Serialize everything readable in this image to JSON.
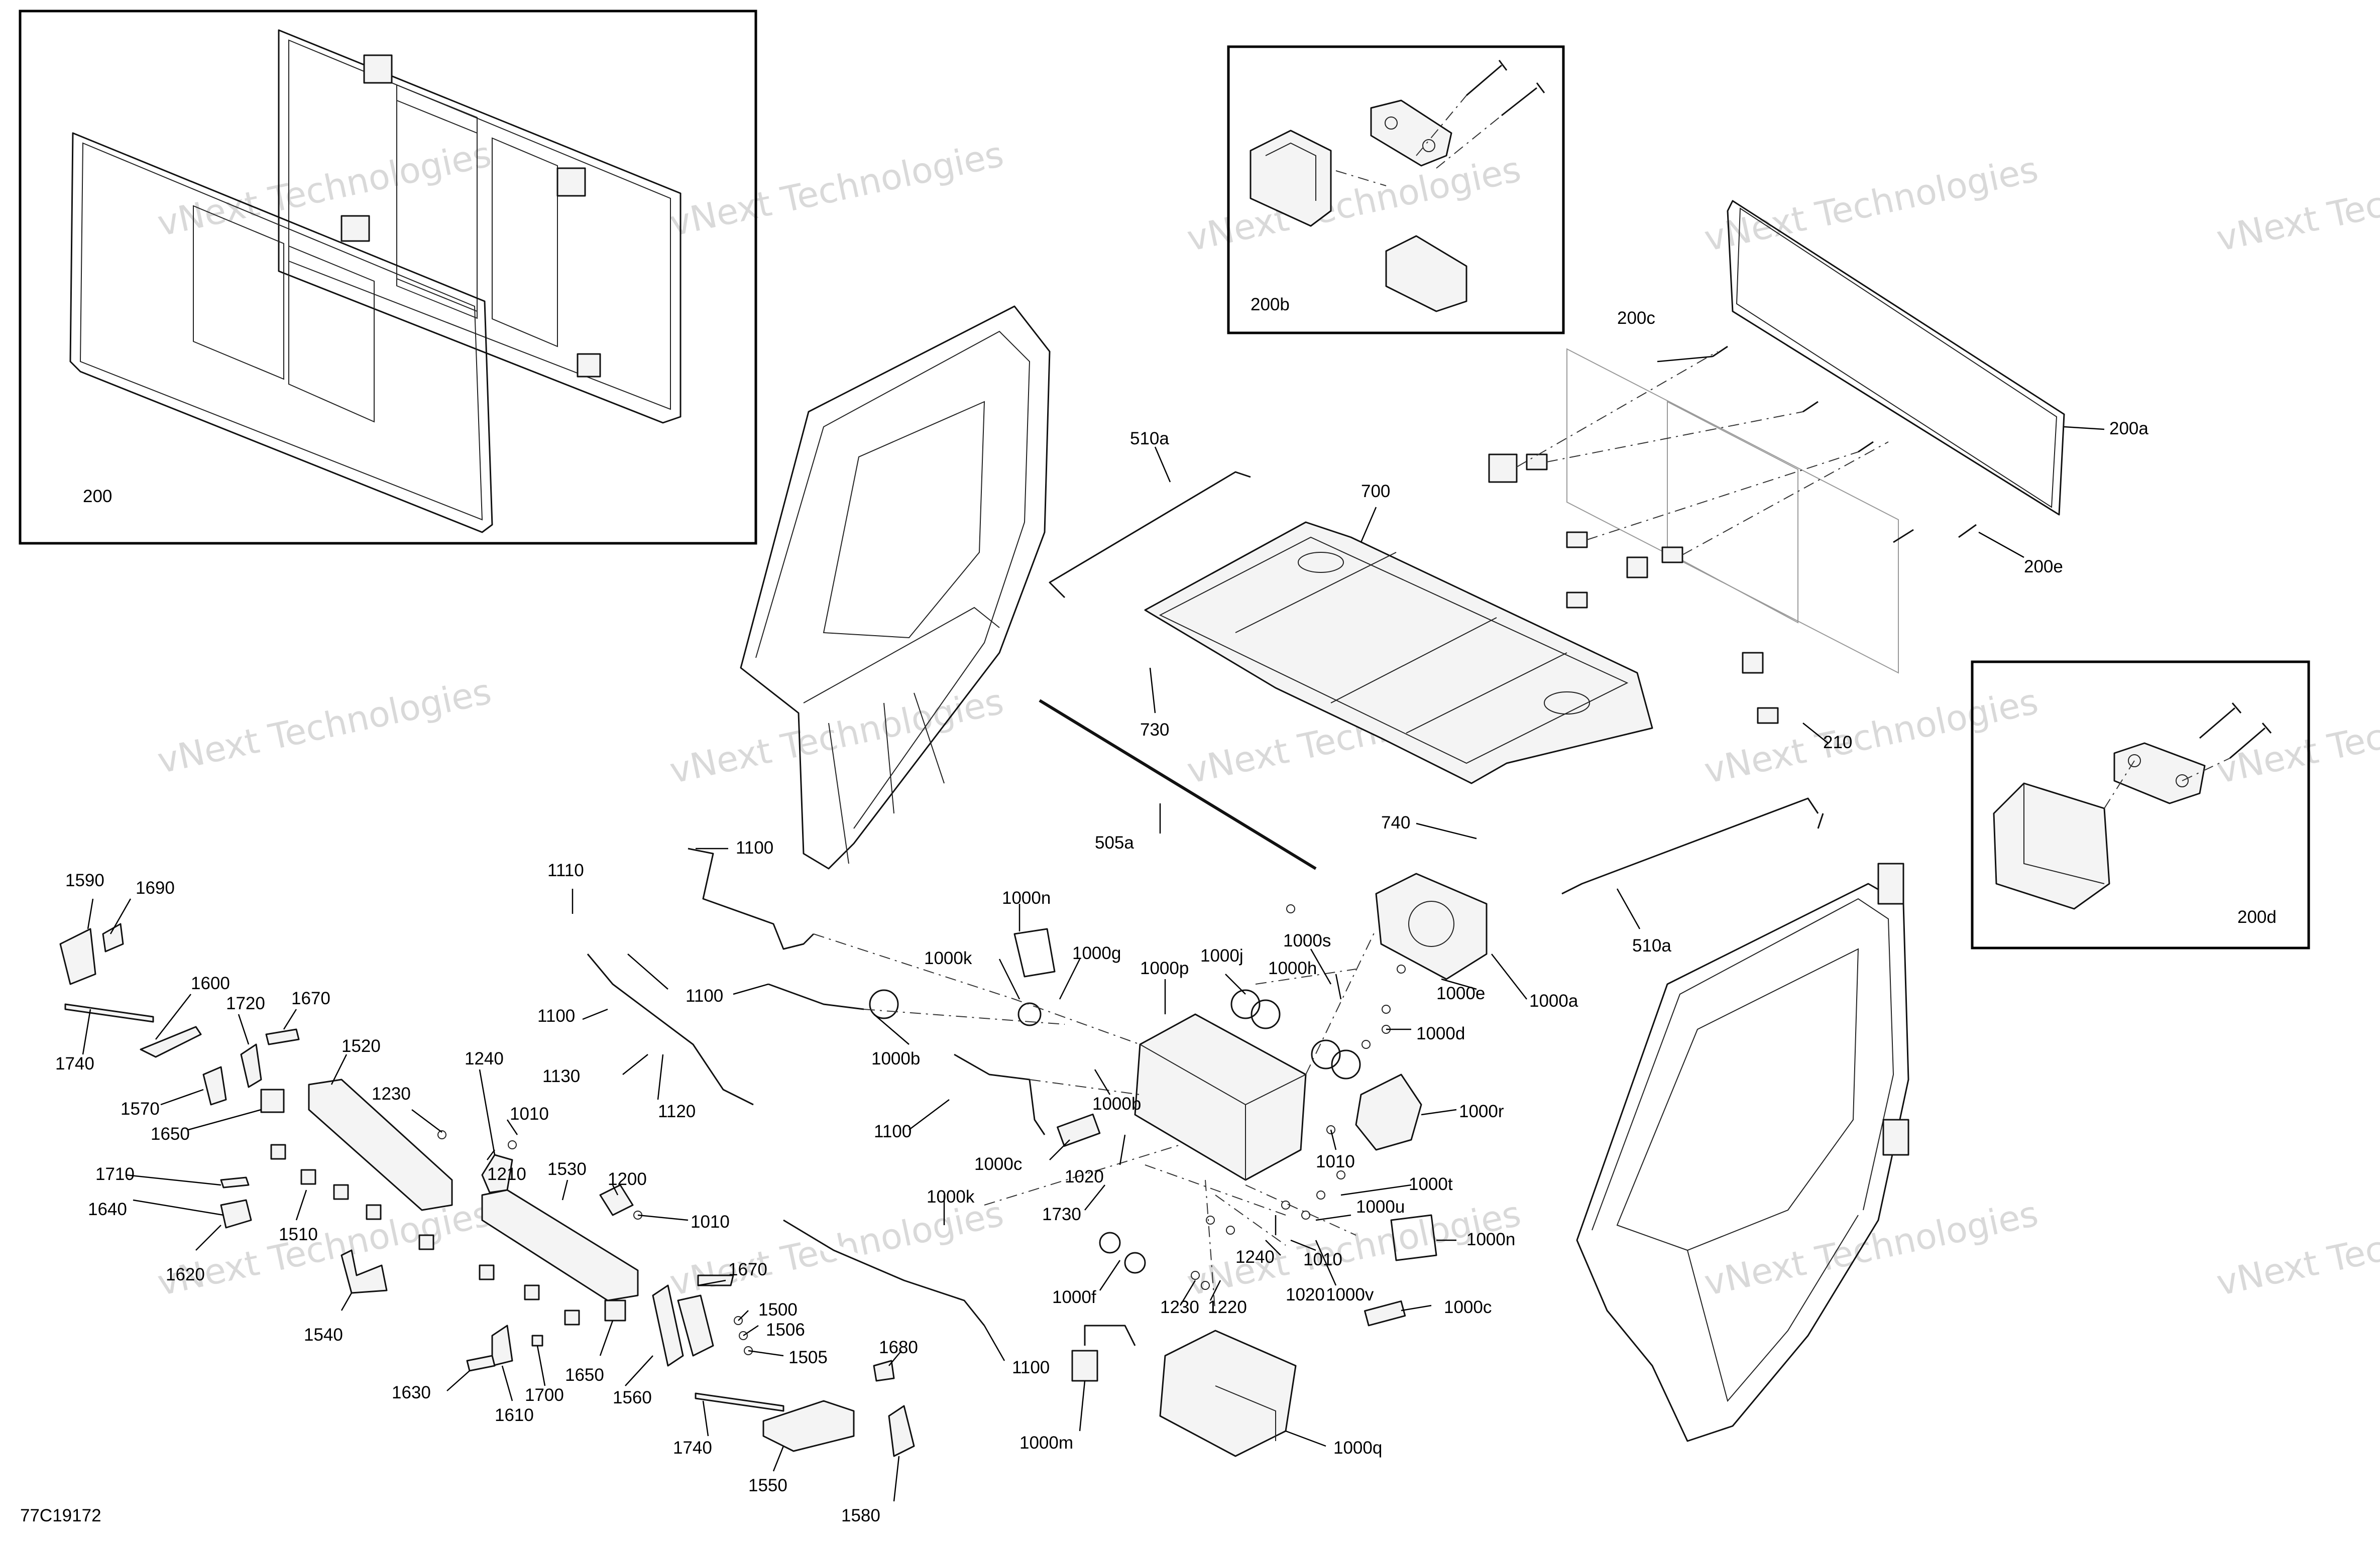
{
  "diagram": {
    "drawing_number": "77C19172",
    "watermark_text": "vNext Technologies",
    "insets": [
      {
        "id": "inset-200",
        "label": "200"
      },
      {
        "id": "inset-200b",
        "label": "200b"
      },
      {
        "id": "inset-200d",
        "label": "200d"
      }
    ],
    "callouts": [
      "200c",
      "200a",
      "200e",
      "210",
      "510a",
      "700",
      "730",
      "505a",
      "740",
      "510a",
      "1590",
      "1690",
      "1600",
      "1720",
      "1670",
      "1740",
      "1570",
      "1650",
      "1520",
      "1240",
      "1230",
      "1010",
      "1210",
      "1710",
      "1640",
      "1510",
      "1530",
      "1200",
      "1010",
      "1620",
      "1540",
      "1670",
      "1500",
      "1506",
      "1505",
      "1650",
      "1560",
      "1630",
      "1610",
      "1700",
      "1740",
      "1550",
      "1580",
      "1680",
      "1110",
      "1100",
      "1100",
      "1130",
      "1120",
      "1100",
      "1000b",
      "1100",
      "1000n",
      "1000k",
      "1000g",
      "1000p",
      "1000j",
      "1000s",
      "1000h",
      "1000e",
      "1000a",
      "1000d",
      "1000b",
      "1000c",
      "1000r",
      "1010",
      "1020",
      "1730",
      "1000k",
      "1000t",
      "1000u",
      "1000n",
      "1010",
      "1240",
      "1020",
      "1000v",
      "1000c",
      "1000f",
      "1230",
      "1220",
      "1100",
      "1000m",
      "1000q"
    ]
  }
}
